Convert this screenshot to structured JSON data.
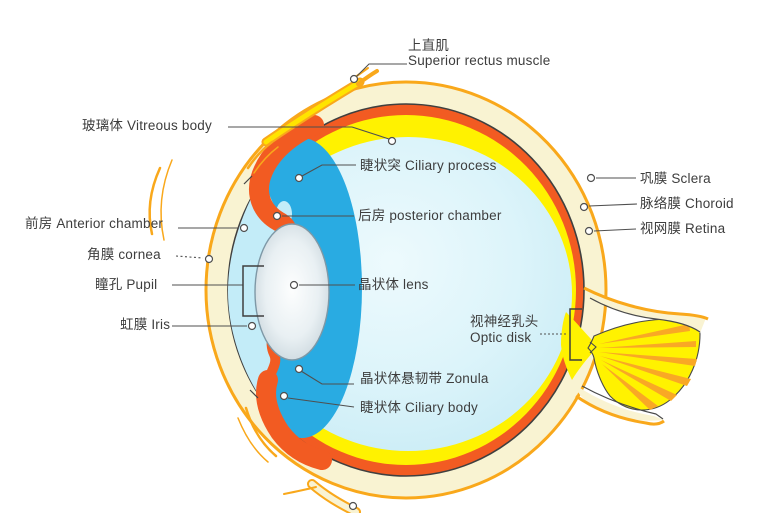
{
  "diagram": {
    "subject": "eye-anatomy-cross-section",
    "labels": {
      "superior_rectus_zh": "上直肌",
      "superior_rectus_en": "Superior rectus muscle",
      "vitreous_body": "玻璃体 Vitreous body",
      "ciliary_process": "睫状突  Ciliary process",
      "posterior_chamber": "后房 posterior chamber",
      "anterior_chamber": "前房 Anterior chamber",
      "cornea": "角膜 cornea",
      "pupil": "瞳孔 Pupil",
      "iris": "虹膜 Iris",
      "lens": "晶状体 lens",
      "zonula": "晶状体悬韧带 Zonula",
      "ciliary_body": "睫状体 Ciliary body",
      "optic_disk_zh": "视神经乳头",
      "optic_disk_en": "Optic disk",
      "sclera": "巩膜 Sclera",
      "choroid": "脉络膜 Choroid",
      "retina": "视网膜 Retina"
    },
    "colors": {
      "sclera_cream": "#F9F3D2",
      "outline_yellow": "#F9A81B",
      "choroid_orange": "#F25B22",
      "retina_yellow": "#FFF200",
      "vitreous_cyan": "#D9F2F9",
      "chamber_cyan": "#C3ECF8",
      "zonula_blue": "#29ABE2",
      "muscle_yellow": "#FFD400",
      "leader_line": "#4A4A4A"
    }
  }
}
